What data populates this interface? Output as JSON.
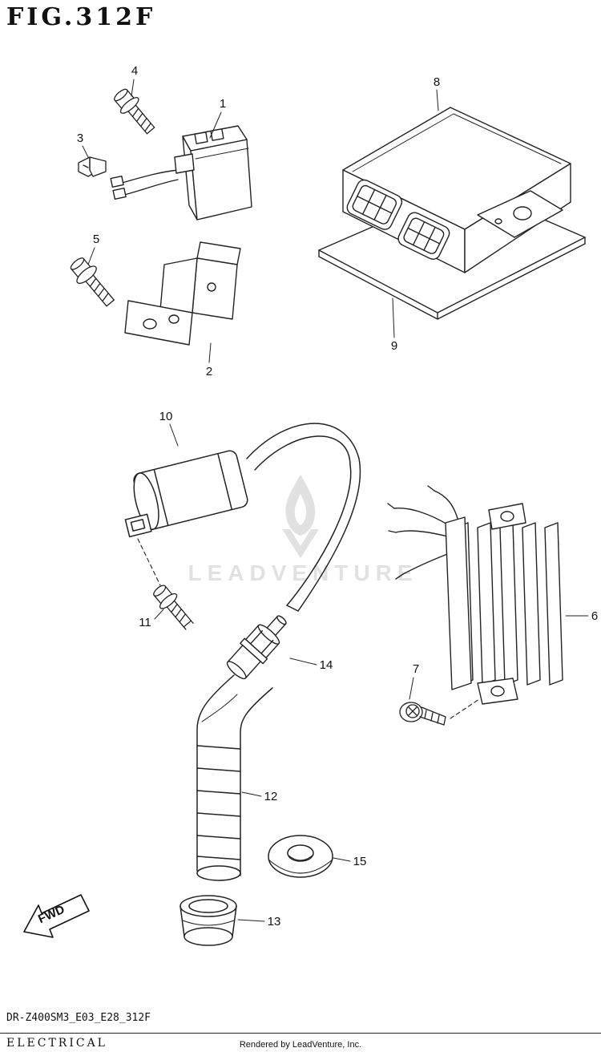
{
  "title": "FIG.312F",
  "watermark": {
    "brand": "LEADVENTURE"
  },
  "fwd": {
    "label": "FWD"
  },
  "footer": {
    "part_code": "DR-Z400SM3_E03_E28_312F",
    "section": "ELECTRICAL",
    "credit": "Rendered by LeadVenture, Inc."
  },
  "callouts": [
    {
      "label": "1"
    },
    {
      "label": "2"
    },
    {
      "label": "3"
    },
    {
      "label": "4"
    },
    {
      "label": "5"
    },
    {
      "label": "6"
    },
    {
      "label": "7"
    },
    {
      "label": "8"
    },
    {
      "label": "9"
    },
    {
      "label": "10"
    },
    {
      "label": "11"
    },
    {
      "label": "12"
    },
    {
      "label": "13"
    },
    {
      "label": "14"
    },
    {
      "label": "15"
    }
  ]
}
